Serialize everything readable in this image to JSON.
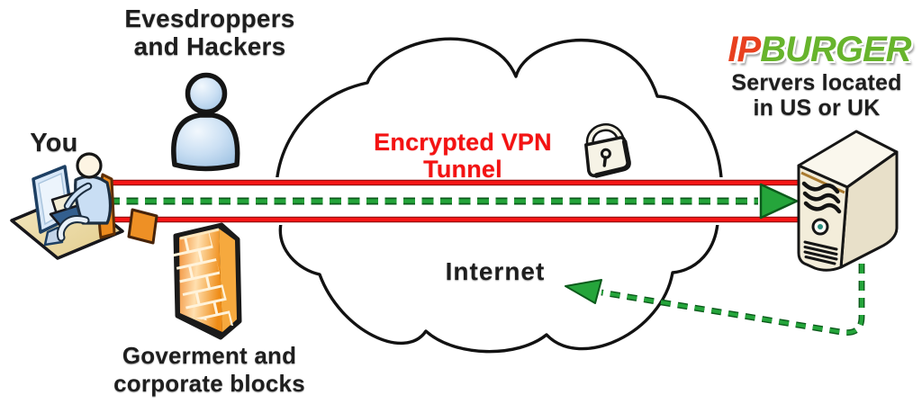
{
  "diagram": {
    "you_label": "You",
    "eavesdroppers_label": "Evesdroppers and Hackers",
    "blocks_label": "Goverment and corporate blocks",
    "tunnel_label": "Encrypted VPN Tunnel",
    "internet_label": "Internet",
    "logo": {
      "ip": "IP",
      "burger": "BURGER"
    },
    "servers_label": "Servers located in US or UK",
    "colors": {
      "tunnel_line_red": "#f51616",
      "tunnel_text_red": "#f41212",
      "arrow_green": "#25a53b",
      "arrow_green_dark": "#0b5a1b",
      "logo_ip_red": "#e8401f",
      "logo_burger_green": "#67b42c",
      "label_text": "#1e1e1e",
      "firewall_orange": "#f59222",
      "person_blue": "#c9def4",
      "server_cream": "#f3edda",
      "cloud_outline": "#121212"
    },
    "icons": {
      "cloud": "internet-cloud",
      "hacker": "hacker-person-icon",
      "you": "person-at-computer-icon",
      "firewall": "firewall-brick-icon",
      "lock": "padlock-icon",
      "server": "server-tower-icon",
      "vpn_arrow": "vpn-tunnel-arrow",
      "return_arrow": "internet-return-arrow"
    }
  }
}
